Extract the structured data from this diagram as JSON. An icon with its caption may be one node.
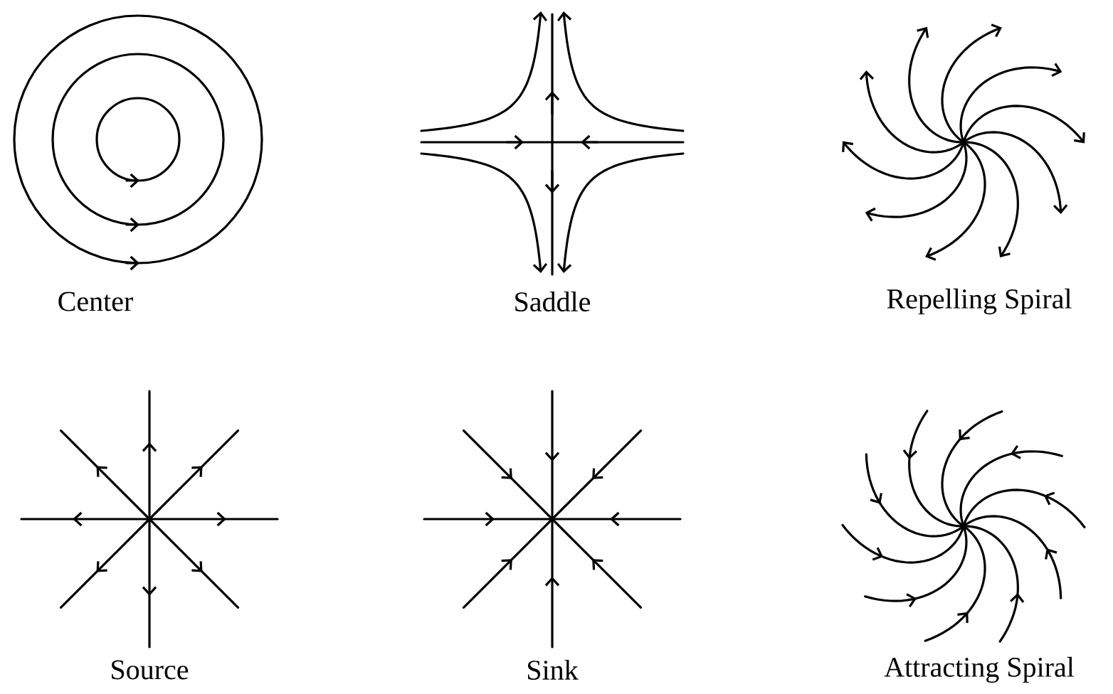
{
  "diagram": {
    "labels": [
      "Center",
      "Saddle",
      "Repelling Spiral",
      "Source",
      "Sink",
      "Attracting Spiral"
    ]
  }
}
